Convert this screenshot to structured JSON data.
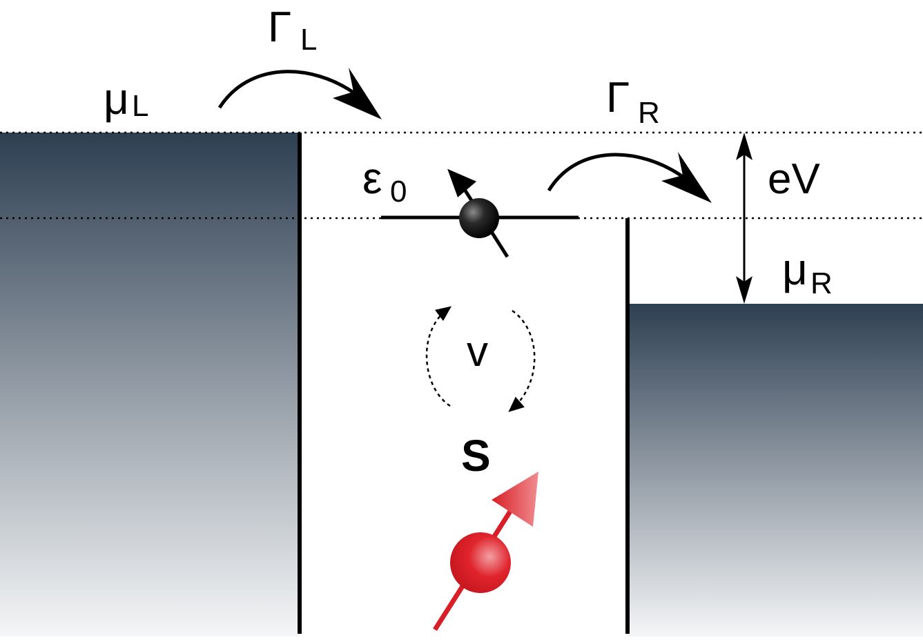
{
  "labels": {
    "mu": "μ",
    "mu_left_sub": "L",
    "mu_right_sub": "R",
    "gamma": "Γ",
    "gamma_left_sub": "L",
    "gamma_right_sub": "R",
    "epsilon": "ε",
    "epsilon_sub": "0",
    "bias": "eV",
    "coupling": "v",
    "spin": "S"
  },
  "colors": {
    "lead_top": "#2e3f52",
    "lead_bottom": "#f4f5f6",
    "line": "#000000",
    "dot_electron": "#1a1a1a",
    "impurity_spin": "#e0242c"
  },
  "icons": {
    "electron": "black-sphere-spin-arrow-icon",
    "impurity": "red-sphere-spin-arrow-icon",
    "tunneling_left": "curved-arrow-icon",
    "tunneling_right": "curved-arrow-icon",
    "bias_arrow": "double-headed-arrow-icon",
    "exchange": "dashed-circular-arrows-icon"
  }
}
